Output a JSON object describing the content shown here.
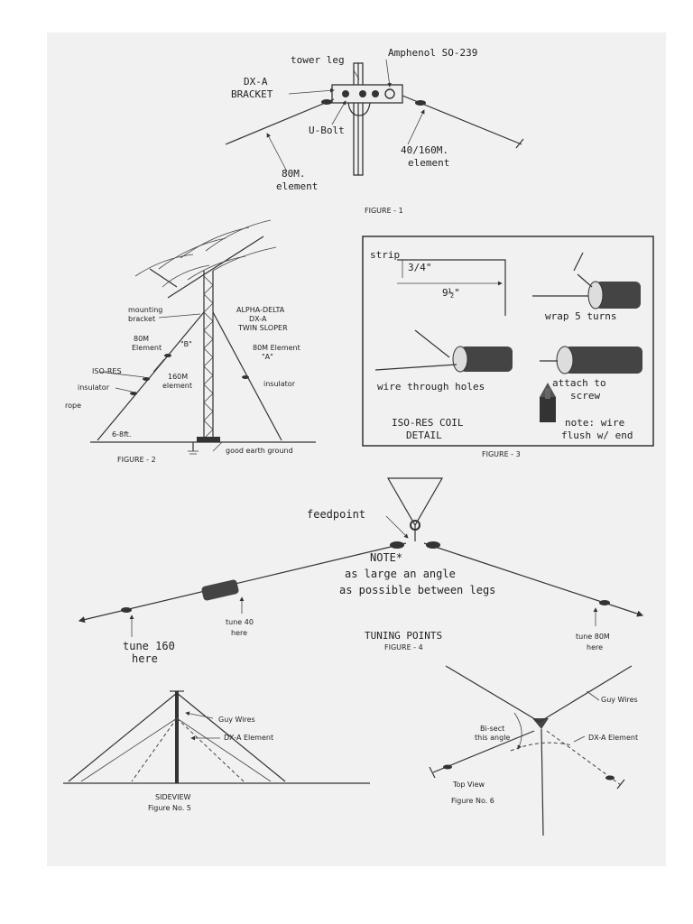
{
  "figure1": {
    "caption": "FIGURE - 1",
    "tower_leg": "tower leg",
    "amphenol": "Amphenol SO-239",
    "bracket": [
      "DX-A",
      "BRACKET"
    ],
    "ubolt": "U-Bolt",
    "el_40_160": [
      "40/160M.",
      "element"
    ],
    "el_80": [
      "80M.",
      "element"
    ]
  },
  "figure2": {
    "caption": "FIGURE - 2",
    "mounting": [
      "mounting",
      "bracket"
    ],
    "alpha": [
      "ALPHA-DELTA",
      "DX-A",
      "TWIN SLOPER"
    ],
    "el80_left": [
      "80M",
      "Element"
    ],
    "b_label": "\"B\"",
    "el80_right": [
      "80M Element",
      "\"A\""
    ],
    "isores": "ISO-RES",
    "el160": [
      "160M",
      "element"
    ],
    "insulator_left": "insulator",
    "insulator_right": "insulator",
    "rope": "rope",
    "height": "6-8ft.",
    "ground": "good earth ground"
  },
  "figure3": {
    "caption": "FIGURE - 3",
    "strip": "strip",
    "dim1": "3/4\"",
    "dim2": "9½\"",
    "wrap": "wrap 5 turns",
    "wire_through": "wire through holes",
    "attach": [
      "attach to",
      "screw"
    ],
    "note": [
      "note: wire",
      "flush w/ end"
    ],
    "coil": [
      "ISO-RES COIL",
      "DETAIL"
    ]
  },
  "figure4": {
    "caption": "FIGURE - 4",
    "feedpoint": "feedpoint",
    "note": [
      "NOTE*",
      "as large an angle",
      "as possible between legs"
    ],
    "tune40": [
      "tune 40",
      "here"
    ],
    "tune160": [
      "tune 160",
      "here"
    ],
    "tune80": [
      "tune 80M",
      "here"
    ],
    "tuning": "TUNING POINTS"
  },
  "figure5": {
    "caption": "Figure No. 5",
    "guy": "Guy Wires",
    "element": "DX-A Element",
    "sideview": "SIDEVIEW"
  },
  "figure6": {
    "caption": "Figure No. 6",
    "guy": "Guy Wires",
    "bisect": [
      "Bi-sect",
      "this angle"
    ],
    "element": "DX-A Element",
    "topview": "Top View"
  }
}
